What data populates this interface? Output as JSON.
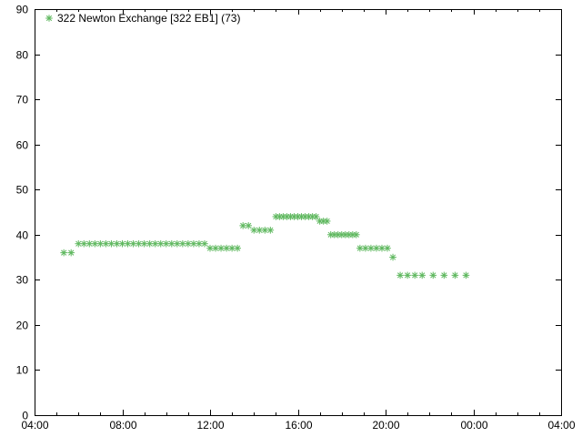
{
  "chart_data": {
    "type": "scatter",
    "title": "",
    "xlabel": "",
    "ylabel": "",
    "marker": "asterisk",
    "x_tick_labels": [
      "04:00",
      "08:00",
      "12:00",
      "16:00",
      "20:00",
      "00:00",
      "04:00"
    ],
    "x_ticks_hours": [
      4,
      8,
      12,
      16,
      20,
      24,
      28
    ],
    "xlim_hours": [
      4,
      28
    ],
    "ylim": [
      0,
      90
    ],
    "y_ticks": [
      0,
      10,
      20,
      30,
      40,
      50,
      60,
      70,
      80,
      90
    ],
    "legend_position": "top-left",
    "grid": false,
    "colors": {
      "series": "#5fb85f",
      "axis": "#000000",
      "background": "#ffffff"
    },
    "series": [
      {
        "name": "322 Newton Exchange [322 EB1] (73)",
        "points": [
          [
            "05:20",
            36
          ],
          [
            "05:40",
            36
          ],
          [
            "06:00",
            38
          ],
          [
            "06:15",
            38
          ],
          [
            "06:30",
            38
          ],
          [
            "06:45",
            38
          ],
          [
            "07:00",
            38
          ],
          [
            "07:15",
            38
          ],
          [
            "07:30",
            38
          ],
          [
            "07:45",
            38
          ],
          [
            "08:00",
            38
          ],
          [
            "08:15",
            38
          ],
          [
            "08:30",
            38
          ],
          [
            "08:45",
            38
          ],
          [
            "09:00",
            38
          ],
          [
            "09:15",
            38
          ],
          [
            "09:30",
            38
          ],
          [
            "09:45",
            38
          ],
          [
            "10:00",
            38
          ],
          [
            "10:15",
            38
          ],
          [
            "10:30",
            38
          ],
          [
            "10:45",
            38
          ],
          [
            "11:00",
            38
          ],
          [
            "11:15",
            38
          ],
          [
            "11:30",
            38
          ],
          [
            "11:45",
            38
          ],
          [
            "12:00",
            37
          ],
          [
            "12:15",
            37
          ],
          [
            "12:30",
            37
          ],
          [
            "12:45",
            37
          ],
          [
            "13:00",
            37
          ],
          [
            "13:15",
            37
          ],
          [
            "13:30",
            42
          ],
          [
            "13:45",
            42
          ],
          [
            "14:00",
            41
          ],
          [
            "14:15",
            41
          ],
          [
            "14:30",
            41
          ],
          [
            "14:45",
            41
          ],
          [
            "15:00",
            44
          ],
          [
            "15:10",
            44
          ],
          [
            "15:20",
            44
          ],
          [
            "15:30",
            44
          ],
          [
            "15:40",
            44
          ],
          [
            "15:50",
            44
          ],
          [
            "16:00",
            44
          ],
          [
            "16:10",
            44
          ],
          [
            "16:20",
            44
          ],
          [
            "16:30",
            44
          ],
          [
            "16:40",
            44
          ],
          [
            "16:50",
            44
          ],
          [
            "17:00",
            43
          ],
          [
            "17:10",
            43
          ],
          [
            "17:20",
            43
          ],
          [
            "17:30",
            40
          ],
          [
            "17:40",
            40
          ],
          [
            "17:50",
            40
          ],
          [
            "18:00",
            40
          ],
          [
            "18:10",
            40
          ],
          [
            "18:20",
            40
          ],
          [
            "18:30",
            40
          ],
          [
            "18:40",
            40
          ],
          [
            "18:50",
            37
          ],
          [
            "19:05",
            37
          ],
          [
            "19:20",
            37
          ],
          [
            "19:35",
            37
          ],
          [
            "19:50",
            37
          ],
          [
            "20:05",
            37
          ],
          [
            "20:20",
            35
          ],
          [
            "20:40",
            31
          ],
          [
            "21:00",
            31
          ],
          [
            "21:20",
            31
          ],
          [
            "21:40",
            31
          ],
          [
            "22:10",
            31
          ],
          [
            "22:40",
            31
          ],
          [
            "23:10",
            31
          ],
          [
            "23:40",
            31
          ]
        ]
      }
    ]
  }
}
